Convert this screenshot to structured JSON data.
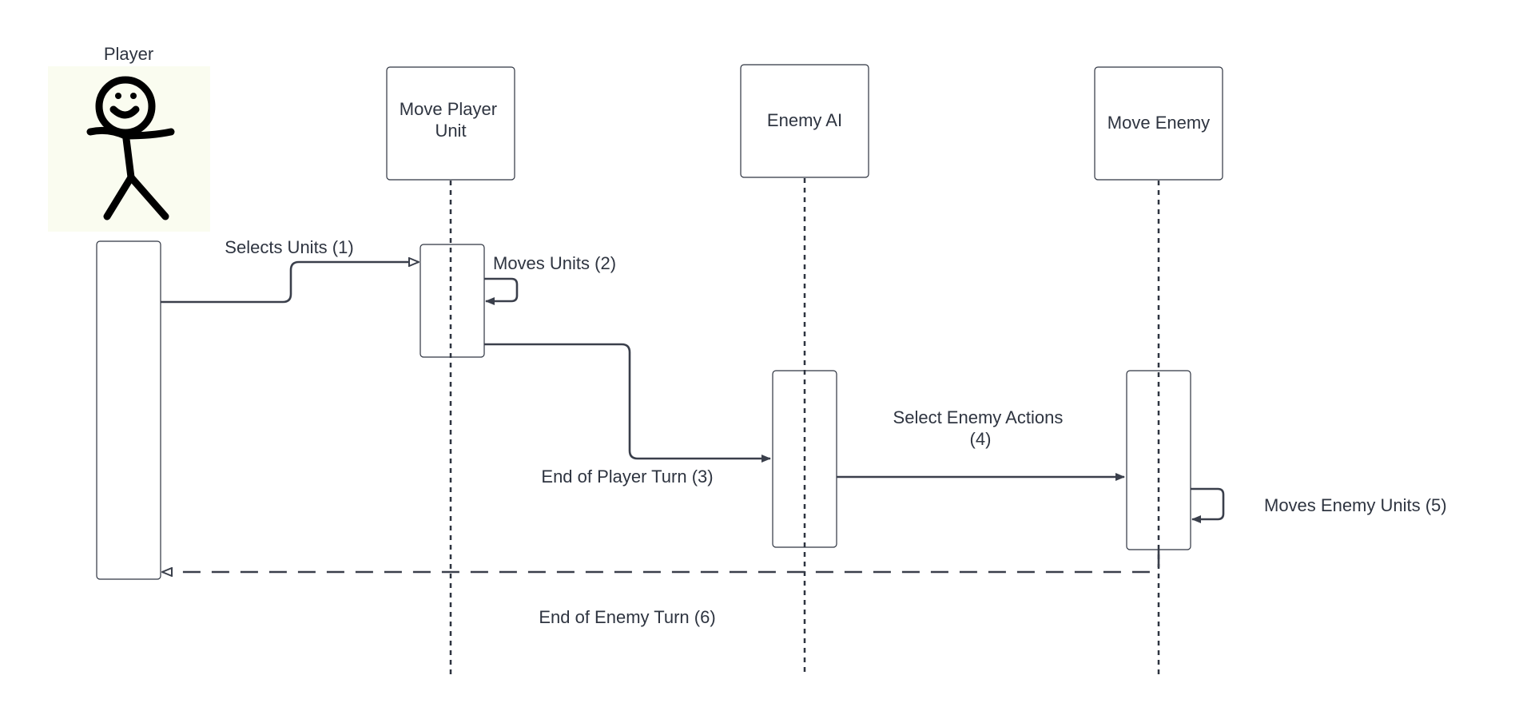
{
  "actor": {
    "name": "Player",
    "icon": "stick-figure-icon",
    "background": "#fafcf0"
  },
  "participants": [
    {
      "lines": [
        "Move Player",
        "Unit"
      ]
    },
    {
      "lines": [
        "Enemy AI"
      ]
    },
    {
      "lines": [
        "Move Enemy"
      ]
    }
  ],
  "messages": [
    {
      "lines": [
        "Selects Units (1)"
      ]
    },
    {
      "lines": [
        "Moves Units (2)"
      ]
    },
    {
      "lines": [
        "End of Player Turn (3)"
      ]
    },
    {
      "lines": [
        "Select Enemy Actions",
        "(4)"
      ]
    },
    {
      "lines": [
        "Moves Enemy Units (5)"
      ]
    },
    {
      "lines": [
        "End of Enemy Turn (6)"
      ]
    }
  ],
  "colors": {
    "stroke": "#2e3440",
    "arrow": "#3a3f4b",
    "background": "#ffffff"
  }
}
